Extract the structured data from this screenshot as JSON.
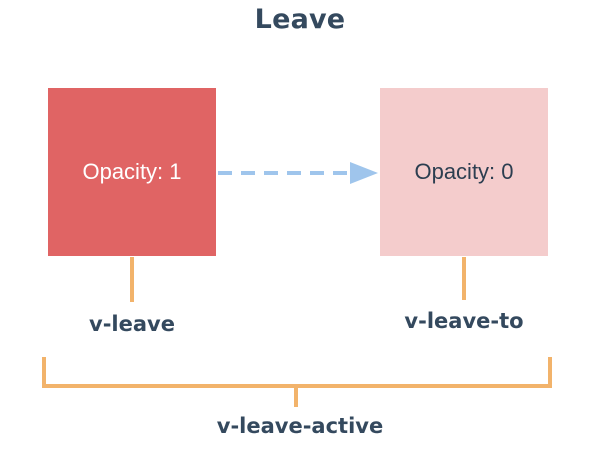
{
  "diagram": {
    "title": "Leave",
    "start_state": {
      "text": "Opacity: 1",
      "class_name": "v-leave",
      "fill_color": "#e06464",
      "text_color": "#ffffff"
    },
    "end_state": {
      "text": "Opacity: 0",
      "class_name": "v-leave-to",
      "fill_color": "#f4cccc",
      "text_color": "#2c3e50"
    },
    "active_class": "v-leave-active",
    "colors": {
      "arrow": "#9fc5ec",
      "connector": "#f2b36b",
      "label_text": "#34495e"
    }
  }
}
